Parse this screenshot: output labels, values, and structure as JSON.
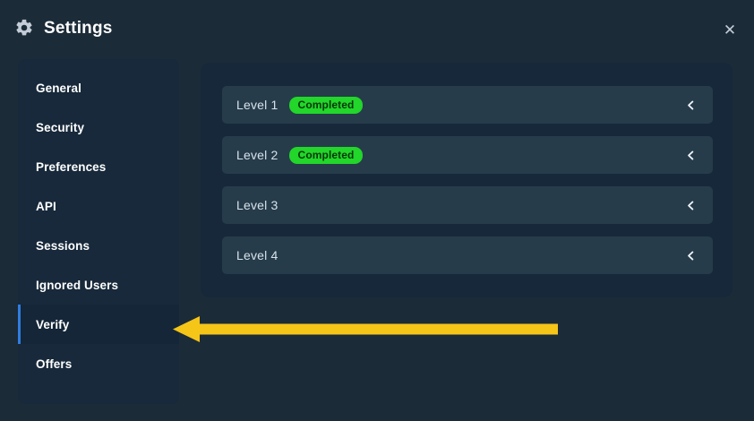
{
  "header": {
    "title": "Settings",
    "gear_icon": "gear-icon",
    "close_label": "✕",
    "close_icon": "close-icon"
  },
  "sidebar": {
    "items": [
      {
        "label": "General",
        "active": false
      },
      {
        "label": "Security",
        "active": false
      },
      {
        "label": "Preferences",
        "active": false
      },
      {
        "label": "API",
        "active": false
      },
      {
        "label": "Sessions",
        "active": false
      },
      {
        "label": "Ignored Users",
        "active": false
      },
      {
        "label": "Verify",
        "active": true
      },
      {
        "label": "Offers",
        "active": false
      }
    ]
  },
  "main": {
    "levels": [
      {
        "name": "Level 1",
        "status": "Completed",
        "chevron_icon": "chevron-left-icon"
      },
      {
        "name": "Level 2",
        "status": "Completed",
        "chevron_icon": "chevron-left-icon"
      },
      {
        "name": "Level 3",
        "status": "",
        "chevron_icon": "chevron-left-icon"
      },
      {
        "name": "Level 4",
        "status": "",
        "chevron_icon": "chevron-left-icon"
      }
    ]
  },
  "annotation": {
    "type": "arrow-left",
    "points_to": "Verify",
    "color": "#f5c518"
  },
  "colors": {
    "page_background": "#1c2b38",
    "sidebar_background": "#17293a",
    "sidebar_active_background": "#142637",
    "sidebar_active_accent": "#2f7de1",
    "card_background": "#16283a",
    "row_background": "#263c4b",
    "badge_background": "#22d62a",
    "badge_text": "#06380a",
    "text_primary": "#ffffff",
    "text_secondary": "#d8e2ea",
    "annotation_arrow": "#f5c518"
  }
}
